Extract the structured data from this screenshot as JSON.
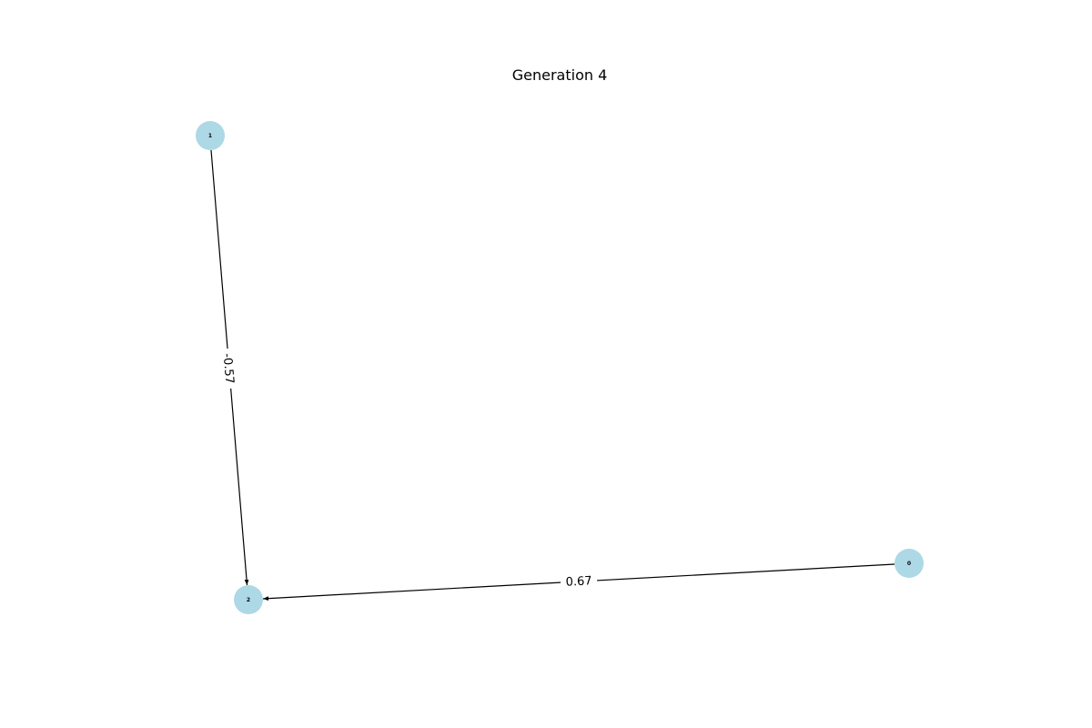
{
  "figure": {
    "title": "Generation 4"
  },
  "colors": {
    "node_fill": "#add8e6",
    "edge": "#000000",
    "background": "#ffffff"
  },
  "graph": {
    "nodes": [
      {
        "id": "0",
        "label": "0"
      },
      {
        "id": "1",
        "label": "1"
      },
      {
        "id": "2",
        "label": "2"
      }
    ],
    "edges": [
      {
        "from": "1",
        "to": "2",
        "weight": "-0.57"
      },
      {
        "from": "0",
        "to": "2",
        "weight": "0.67"
      }
    ]
  }
}
